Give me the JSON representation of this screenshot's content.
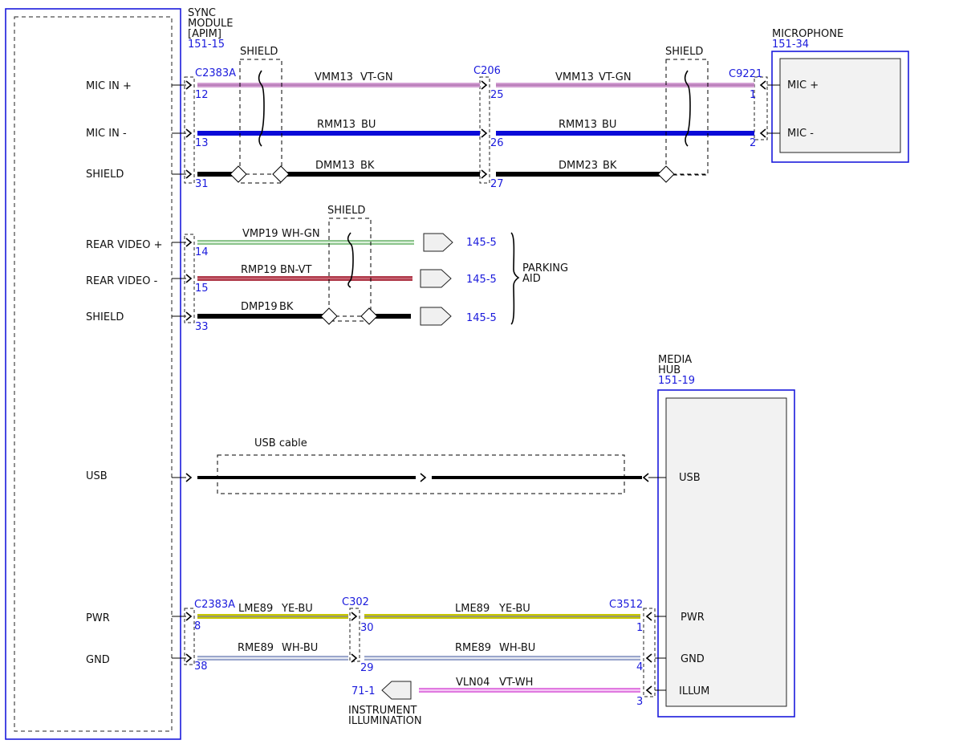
{
  "colors": {
    "connector_blue": "#1a1adc",
    "wire_vt_gn": "#d2a0d2",
    "wire_bu": "#0a0ad8",
    "wire_bk": "#000000",
    "wire_wh_gn": "#8cc48c",
    "wire_bn_vt": "#b03a4a",
    "wire_ye_bu": "#c8c800",
    "wire_wh_bu": "#9aa6cc",
    "wire_vt_wh": "#e07ae0"
  },
  "sync_module": {
    "name_lines": [
      "SYNC",
      "MODULE",
      "[APIM]"
    ],
    "ref": "151-15",
    "pins": [
      "MIC IN +",
      "MIC IN -",
      "SHIELD",
      "REAR VIDEO +",
      "REAR VIDEO -",
      "SHIELD",
      "USB",
      "PWR",
      "GND"
    ]
  },
  "microphone": {
    "name": "MICROPHONE",
    "ref": "151-34",
    "pins": [
      "MIC +",
      "MIC -"
    ]
  },
  "media_hub": {
    "name_lines": [
      "MEDIA",
      "HUB"
    ],
    "ref": "151-19",
    "pins": [
      "USB",
      "PWR",
      "GND",
      "ILLUM"
    ]
  },
  "connectors": {
    "c2383a_top": "C2383A",
    "c206": "C206",
    "c9221": "C9221",
    "c2383a_bottom": "C2383A",
    "c302": "C302",
    "c3512": "C3512"
  },
  "pin_numbers": {
    "mic_plus_left": "12",
    "mic_plus_mid": "25",
    "mic_plus_right": "1",
    "mic_minus_left": "13",
    "mic_minus_mid": "26",
    "mic_minus_right": "2",
    "shield1_left": "31",
    "shield1_mid": "27",
    "video_plus": "14",
    "video_minus": "15",
    "shield2": "33",
    "pwr_left": "8",
    "pwr_mid": "30",
    "pwr_right": "1",
    "gnd_left": "38",
    "gnd_mid": "29",
    "gnd_right": "4",
    "illum_right": "3"
  },
  "wires": {
    "vmm13_a": {
      "circuit": "VMM13",
      "color": "VT-GN"
    },
    "vmm13_b": {
      "circuit": "VMM13",
      "color": "VT-GN"
    },
    "rmm13_a": {
      "circuit": "RMM13",
      "color": "BU"
    },
    "rmm13_b": {
      "circuit": "RMM13",
      "color": "BU"
    },
    "dmm13": {
      "circuit": "DMM13",
      "color": "BK"
    },
    "dmm23": {
      "circuit": "DMM23",
      "color": "BK"
    },
    "vmp19": {
      "circuit": "VMP19",
      "color": "WH-GN"
    },
    "rmp19": {
      "circuit": "RMP19",
      "color": "BN-VT"
    },
    "dmp19": {
      "circuit": "DMP19",
      "color": "BK"
    },
    "lme89_a": {
      "circuit": "LME89",
      "color": "YE-BU"
    },
    "lme89_b": {
      "circuit": "LME89",
      "color": "YE-BU"
    },
    "rme89_a": {
      "circuit": "RME89",
      "color": "WH-BU"
    },
    "rme89_b": {
      "circuit": "RME89",
      "color": "WH-BU"
    },
    "vln04": {
      "circuit": "VLN04",
      "color": "VT-WH"
    }
  },
  "shield_label": "SHIELD",
  "usb_cable_label": "USB cable",
  "parking_aid": {
    "refs": [
      "145-5",
      "145-5",
      "145-5"
    ],
    "label_lines": [
      "PARKING",
      "AID"
    ]
  },
  "instrument_illumination": {
    "ref": "71-1",
    "label_lines": [
      "INSTRUMENT",
      "ILLUMINATION"
    ]
  }
}
